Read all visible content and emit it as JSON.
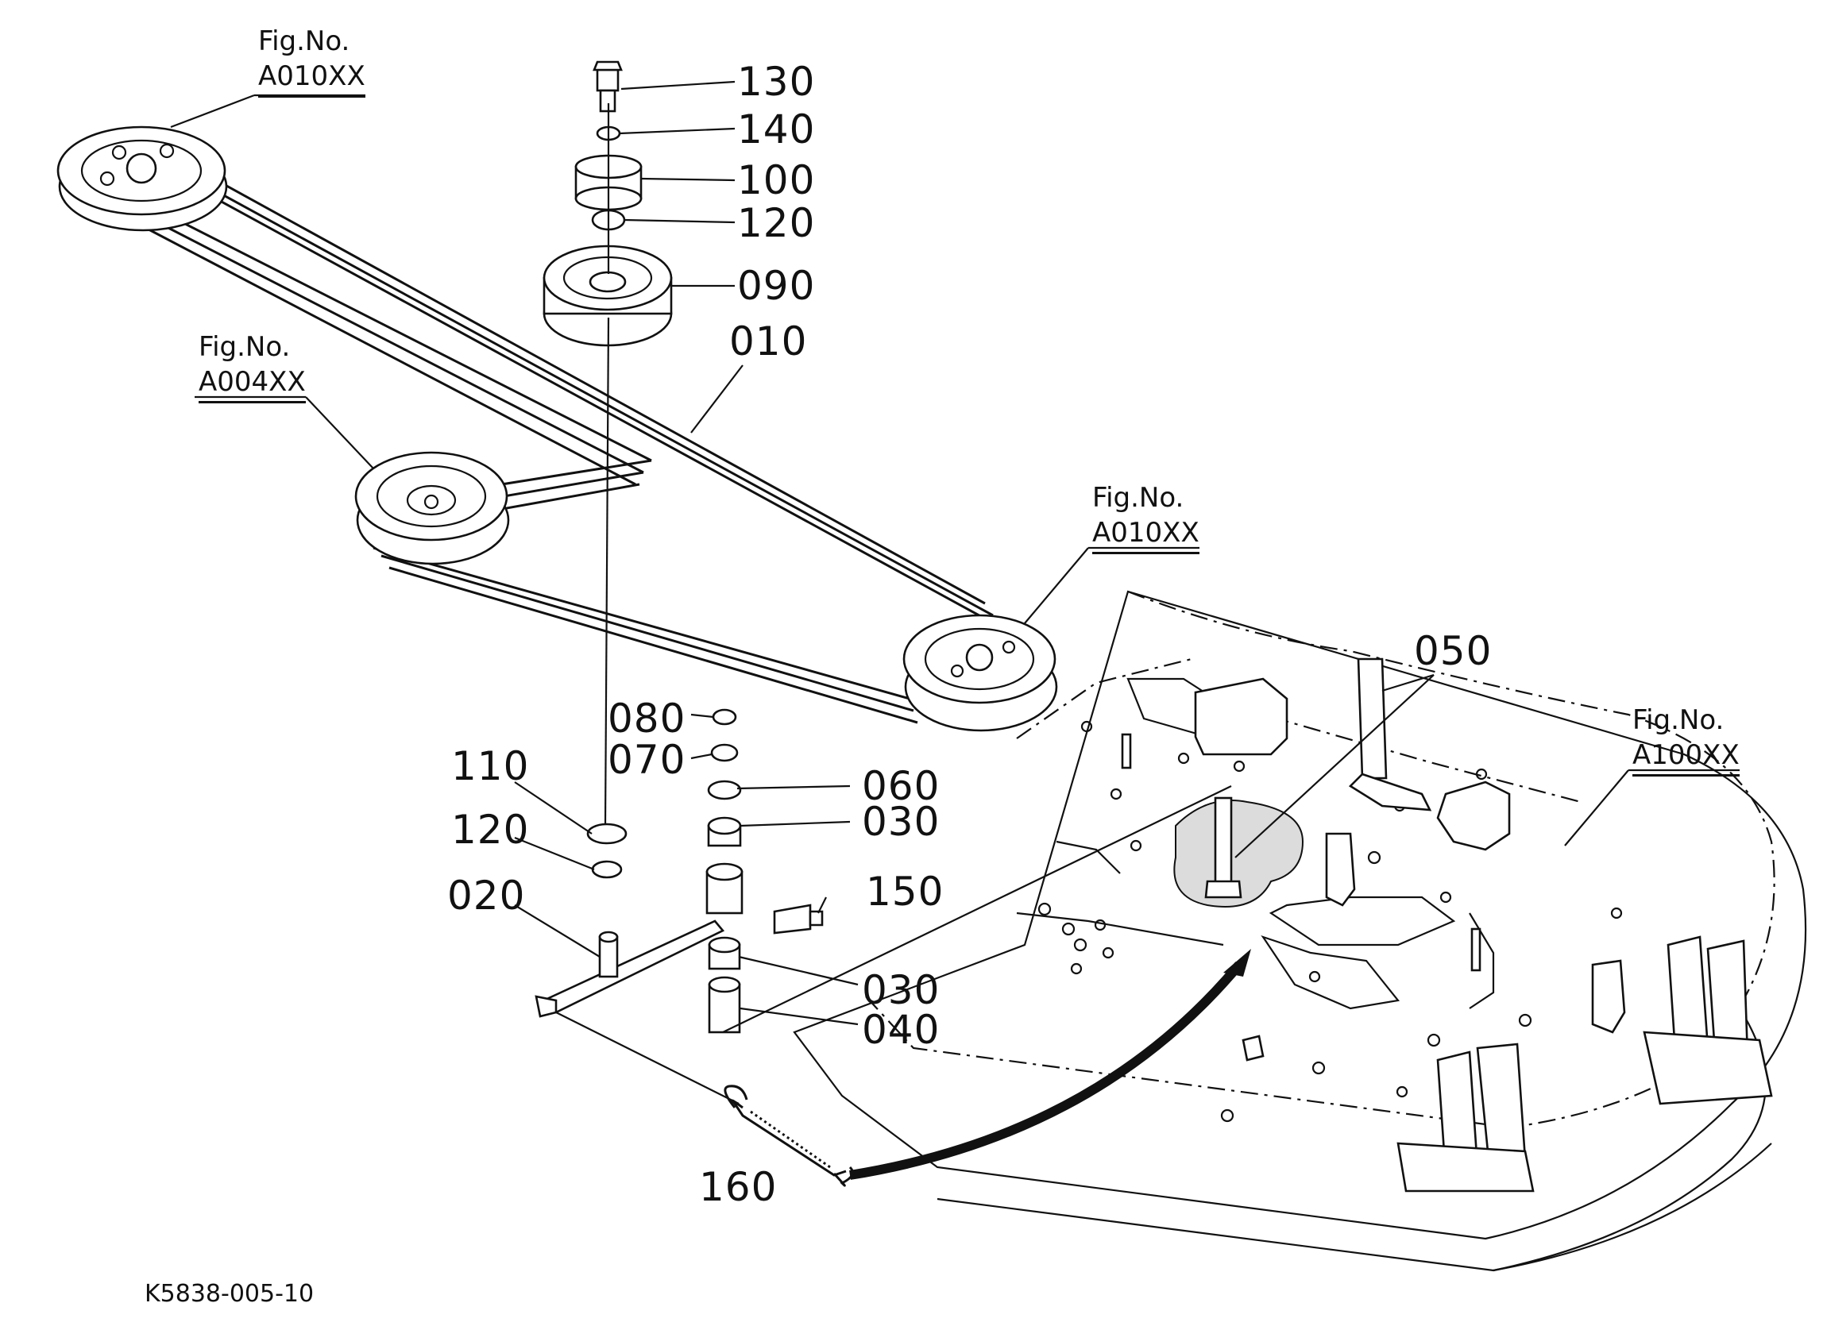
{
  "drawing_code": "K5838-005-10",
  "fig_refs": [
    {
      "id": "fig-a010xx-top",
      "line1": "Fig.No.",
      "line2": "A010XX"
    },
    {
      "id": "fig-a004xx",
      "line1": "Fig.No.",
      "line2": "A004XX"
    },
    {
      "id": "fig-a010xx-right",
      "line1": "Fig.No.",
      "line2": "A010XX"
    },
    {
      "id": "fig-a100xx",
      "line1": "Fig.No.",
      "line2": "A100XX"
    }
  ],
  "part_callouts": {
    "p130": "130",
    "p140": "140",
    "p100": "100",
    "p120_top": "120",
    "p090": "090",
    "p010": "010",
    "p050": "050",
    "p080": "080",
    "p070": "070",
    "p110": "110",
    "p060": "060",
    "p030_top": "030",
    "p120_bottom": "120",
    "p150": "150",
    "p020": "020",
    "p030_bottom": "030",
    "p040": "040",
    "p160": "160"
  }
}
